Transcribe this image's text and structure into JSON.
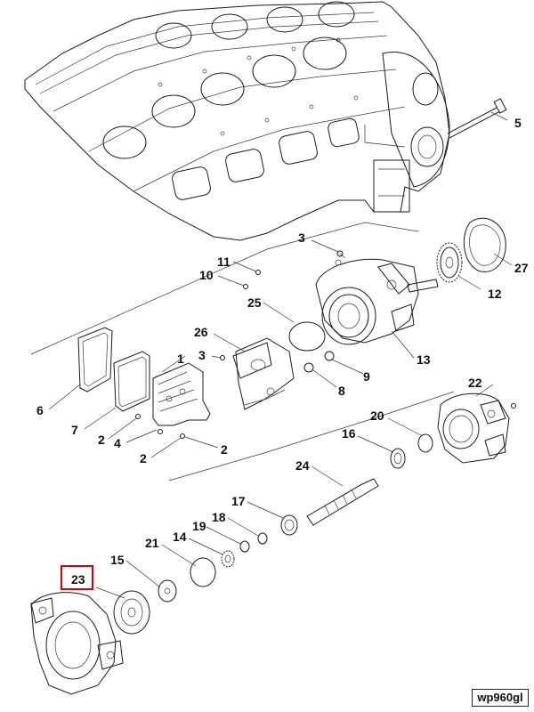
{
  "diagram": {
    "reference_code": "wp960gl",
    "highlighted_callout": "23",
    "highlight_color": "#d80000",
    "callouts": [
      {
        "id": "c5",
        "label": "5"
      },
      {
        "id": "c3a",
        "label": "3"
      },
      {
        "id": "c27",
        "label": "27"
      },
      {
        "id": "c11",
        "label": "11"
      },
      {
        "id": "c10",
        "label": "10"
      },
      {
        "id": "c25",
        "label": "25"
      },
      {
        "id": "c12",
        "label": "12"
      },
      {
        "id": "c26",
        "label": "26"
      },
      {
        "id": "c1",
        "label": "1"
      },
      {
        "id": "c3b",
        "label": "3"
      },
      {
        "id": "c9",
        "label": "9"
      },
      {
        "id": "c13",
        "label": "13"
      },
      {
        "id": "c8",
        "label": "8"
      },
      {
        "id": "c6",
        "label": "6"
      },
      {
        "id": "c22",
        "label": "22"
      },
      {
        "id": "c7",
        "label": "7"
      },
      {
        "id": "c2a",
        "label": "2"
      },
      {
        "id": "c4",
        "label": "4"
      },
      {
        "id": "c20",
        "label": "20"
      },
      {
        "id": "c2b",
        "label": "2"
      },
      {
        "id": "c2c",
        "label": "2"
      },
      {
        "id": "c16",
        "label": "16"
      },
      {
        "id": "c24",
        "label": "24"
      },
      {
        "id": "c17",
        "label": "17"
      },
      {
        "id": "c18",
        "label": "18"
      },
      {
        "id": "c19",
        "label": "19"
      },
      {
        "id": "c14",
        "label": "14"
      },
      {
        "id": "c21",
        "label": "21"
      },
      {
        "id": "c15",
        "label": "15"
      },
      {
        "id": "c23",
        "label": "23"
      }
    ]
  }
}
